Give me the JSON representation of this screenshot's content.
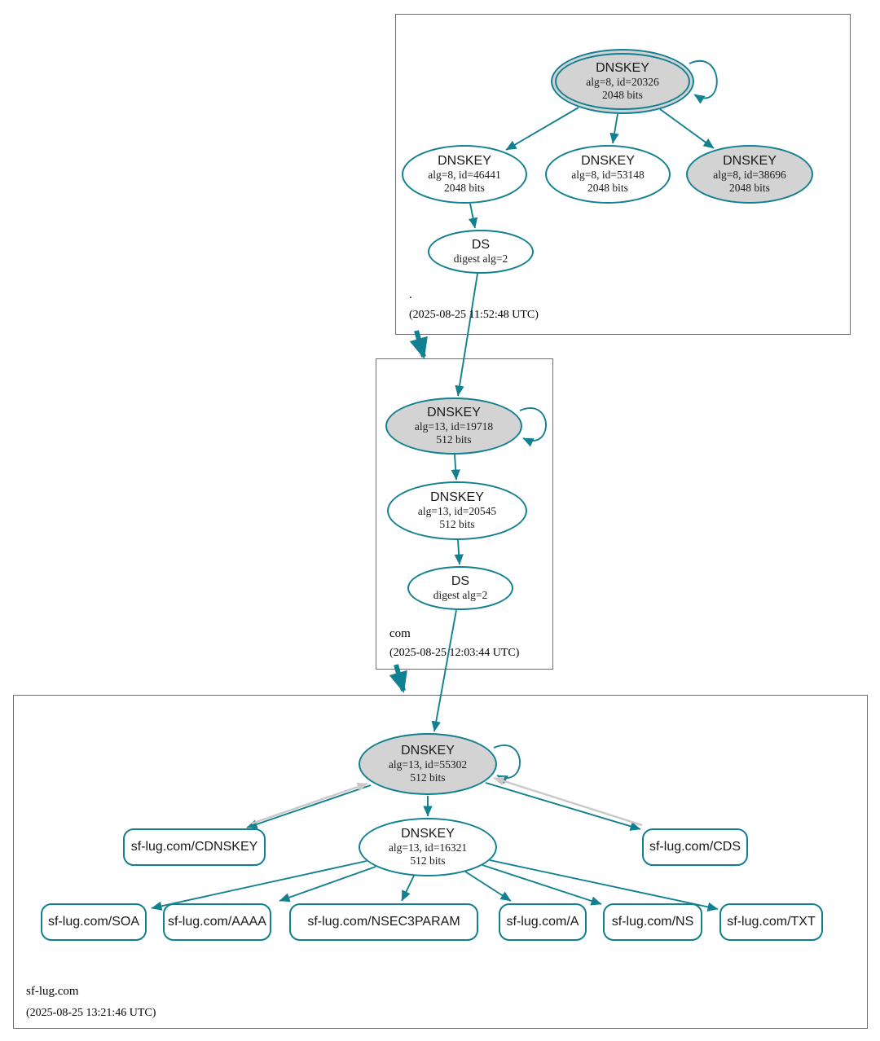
{
  "diagram_type": "dnssec-authentication-chain",
  "colors": {
    "secure_teal": "#118091",
    "node_fill_gray": "#d3d3d3",
    "node_fill_white": "#ffffff",
    "reverse_arrow_gray": "#c9c9c9",
    "zone_border_gray": "#6e6e6e",
    "text": "#1a1a1a"
  },
  "zones": {
    "root": {
      "label": ".",
      "timestamp": "(2025-08-25 11:52:48 UTC)",
      "ksk": {
        "type": "DNSKEY",
        "detail": "alg=8, id=20326",
        "size": "2048 bits"
      },
      "zsk_46441": {
        "type": "DNSKEY",
        "detail": "alg=8, id=46441",
        "size": "2048 bits"
      },
      "zsk_53148": {
        "type": "DNSKEY",
        "detail": "alg=8, id=53148",
        "size": "2048 bits"
      },
      "zsk_38696": {
        "type": "DNSKEY",
        "detail": "alg=8, id=38696",
        "size": "2048 bits"
      },
      "ds": {
        "type": "DS",
        "detail": "digest alg=2"
      }
    },
    "com": {
      "label": "com",
      "timestamp": "(2025-08-25 12:03:44 UTC)",
      "ksk": {
        "type": "DNSKEY",
        "detail": "alg=13, id=19718",
        "size": "512 bits"
      },
      "zsk": {
        "type": "DNSKEY",
        "detail": "alg=13, id=20545",
        "size": "512 bits"
      },
      "ds": {
        "type": "DS",
        "detail": "digest alg=2"
      }
    },
    "sflug": {
      "label": "sf-lug.com",
      "timestamp": "(2025-08-25 13:21:46 UTC)",
      "ksk": {
        "type": "DNSKEY",
        "detail": "alg=13, id=55302",
        "size": "512 bits"
      },
      "zsk": {
        "type": "DNSKEY",
        "detail": "alg=13, id=16321",
        "size": "512 bits"
      },
      "cdnskey": {
        "label": "sf-lug.com/CDNSKEY"
      },
      "cds": {
        "label": "sf-lug.com/CDS"
      },
      "rrsets": [
        {
          "label": "sf-lug.com/SOA"
        },
        {
          "label": "sf-lug.com/AAAA"
        },
        {
          "label": "sf-lug.com/NSEC3PARAM"
        },
        {
          "label": "sf-lug.com/A"
        },
        {
          "label": "sf-lug.com/NS"
        },
        {
          "label": "sf-lug.com/TXT"
        }
      ]
    }
  }
}
